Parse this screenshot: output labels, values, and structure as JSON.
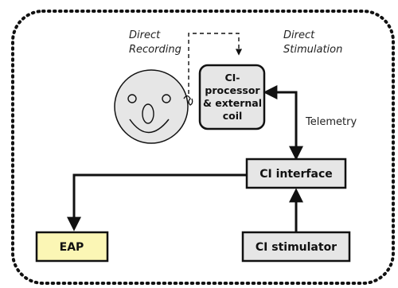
{
  "colors": {
    "box_fill": "#e6e6e6",
    "eap_fill": "#fbf6b5",
    "stroke": "#111111"
  },
  "labels": {
    "direct_recording": [
      "Direct",
      "Recording"
    ],
    "direct_stimulation": [
      "Direct",
      "Stimulation"
    ],
    "telemetry": "Telemetry"
  },
  "boxes": {
    "ci_processor": [
      "CI-",
      "processor",
      "& external",
      "coil"
    ],
    "ci_interface": "CI interface",
    "ci_stimulator": "CI stimulator",
    "eap": "EAP"
  },
  "icons": {
    "face": "smiling-face-icon"
  }
}
